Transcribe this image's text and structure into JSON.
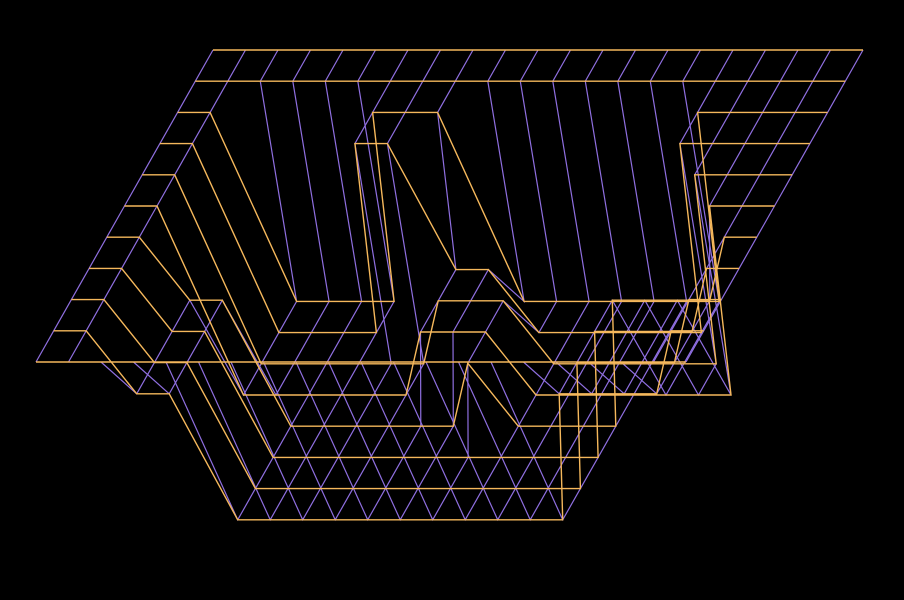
{
  "colors": {
    "background": "#000000",
    "row_lines": "#f5b85c",
    "column_lines": "#8f6fe0"
  },
  "surface": {
    "rows": 11,
    "columns": 20,
    "row_depth_levels": [
      [
        0,
        0,
        0,
        0,
        0,
        0,
        0,
        0,
        0,
        0,
        0,
        0,
        0,
        0,
        0,
        0,
        0,
        0,
        0,
        0,
        0
      ],
      [
        0,
        0,
        0,
        0,
        0,
        0,
        0,
        0,
        0,
        0,
        0,
        0,
        0,
        0,
        0,
        0,
        0,
        0,
        0,
        0,
        0
      ],
      [
        0,
        0,
        3,
        3,
        3,
        3,
        0,
        0,
        0,
        3,
        3,
        3,
        3,
        3,
        3,
        3,
        0,
        0,
        0,
        0,
        0
      ],
      [
        0,
        0,
        3,
        3,
        3,
        3,
        0,
        0,
        2,
        2,
        3,
        3,
        3,
        3,
        3,
        3,
        0,
        0,
        0,
        0,
        0
      ],
      [
        0,
        0,
        3,
        3,
        3,
        3,
        3,
        3,
        2,
        2,
        2,
        3,
        3,
        3,
        3,
        3,
        3,
        0,
        0,
        0,
        0
      ],
      [
        0,
        0,
        3,
        3,
        3,
        3,
        3,
        3,
        2,
        2,
        2,
        3,
        3,
        3,
        3,
        3,
        3,
        3,
        0,
        0,
        0
      ],
      [
        0,
        0,
        1,
        1,
        3,
        3,
        3,
        3,
        3,
        3,
        2,
        3,
        3,
        3,
        3,
        1,
        1,
        1,
        1,
        0,
        0
      ],
      [
        0,
        0,
        1,
        1,
        3,
        3,
        3,
        3,
        3,
        3,
        3,
        3,
        3,
        3,
        3,
        1,
        1,
        1,
        1,
        0,
        0
      ],
      [
        0,
        0,
        1,
        1,
        3,
        3,
        3,
        3,
        3,
        3,
        3,
        3,
        3,
        3,
        3,
        1,
        1,
        1,
        1,
        0,
        0
      ],
      [
        0,
        0,
        1,
        1,
        3,
        3,
        3,
        3,
        3,
        3,
        3,
        3,
        3,
        3,
        3,
        1,
        1,
        1,
        1,
        0,
        0
      ],
      [
        0,
        0,
        0,
        0,
        0,
        0,
        0,
        0,
        0,
        0,
        0,
        0,
        0,
        0,
        0,
        0,
        0,
        0,
        0,
        0,
        0
      ]
    ]
  }
}
